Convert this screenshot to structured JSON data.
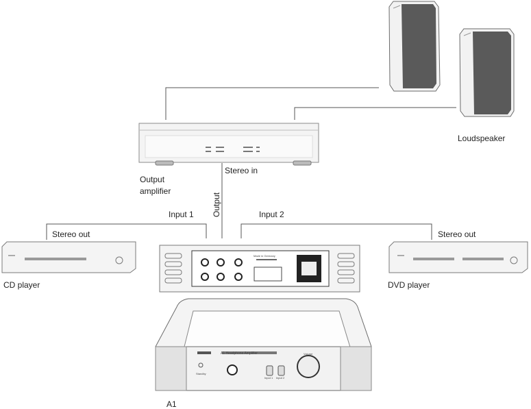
{
  "labels": {
    "loudspeaker": "Loudspeaker",
    "output_amplifier_line1": "Output",
    "output_amplifier_line2": "amplifier",
    "stereo_in": "Stereo in",
    "output": "Output",
    "input1": "Input 1",
    "input2": "Input 2",
    "stereo_out_left": "Stereo out",
    "stereo_out_right": "Stereo out",
    "cd_player": "CD player",
    "dvd_player": "DVD player",
    "a1": "A1"
  },
  "device_text": {
    "a1_title": "A1 Headphone Amplifier",
    "a1_standby": "Standby",
    "a1_input1": "Input 1",
    "a1_input2": "Input 2",
    "a1_volume": "Volume",
    "rear_made_in": "Made in Germany"
  },
  "colors": {
    "line": "#555555",
    "outline": "#6b6b6b",
    "speaker_grille": "#5a5a5a",
    "device_fill": "#f4f4f4"
  },
  "icons": [
    "loudspeaker-icon",
    "amplifier-icon",
    "cd-player-icon",
    "dvd-player-icon",
    "a1-rear-panel-icon",
    "a1-front-icon"
  ]
}
